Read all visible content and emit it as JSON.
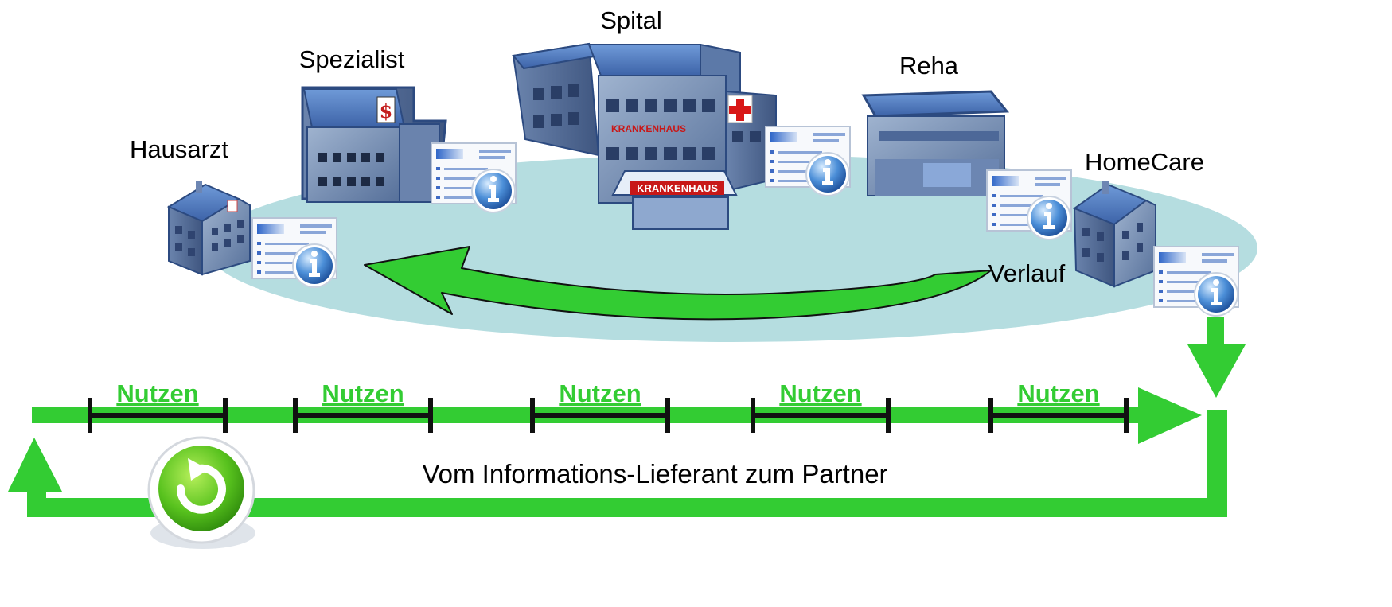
{
  "places": {
    "hausarzt": "Hausarzt",
    "spezialist": "Spezialist",
    "spital": "Spital",
    "reha": "Reha",
    "homecare": "HomeCare"
  },
  "building_signs": {
    "krankenhaus_front": "KRANKENHAUS",
    "krankenhaus_top": "KRANKENHAUS"
  },
  "flow": {
    "verlauf": "Verlauf",
    "benefits": [
      "Nutzen",
      "Nutzen",
      "Nutzen",
      "Nutzen",
      "Nutzen"
    ],
    "caption": "Vom Informations-Lieferant zum Partner"
  },
  "colors": {
    "arrow_green": "#33cc33",
    "ellipse": "#b5dde0",
    "building_blue": "#5a7fb5",
    "segment_black": "#111111"
  },
  "icons": [
    "info-card-icon",
    "refresh-icon",
    "medical-cross-icon",
    "caduceus-icon"
  ]
}
